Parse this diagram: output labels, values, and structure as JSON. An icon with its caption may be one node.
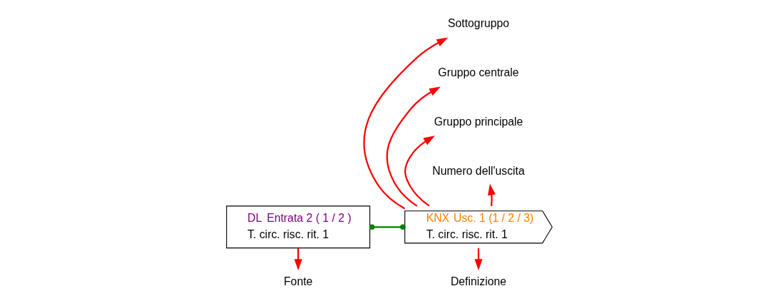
{
  "diagram": {
    "nodes": [
      {
        "text": [
          "DL",
          "Entrata 2 ( 1 / 2 )",
          "T. circ. risc. rit. 1"
        ]
      },
      {
        "text": [
          "KNX",
          "Usc. 1 (1 / 2 / 3)",
          "T. circ. risc. rit. 1"
        ]
      },
      {
        "text": [
          "Sottogruppo"
        ]
      },
      {
        "text": [
          "Gruppo centrale"
        ]
      },
      {
        "text": [
          "Gruppo principale"
        ]
      },
      {
        "text": [
          "Numero dell'uscita"
        ]
      },
      {
        "text": [
          "Fonte"
        ]
      },
      {
        "text": [
          "Definizione"
        ]
      }
    ],
    "edges": [
      {
        "from": 0,
        "to": 1,
        "arrow": "other",
        "color": "#008000"
      },
      {
        "from": 1,
        "to": 2,
        "arrow": "to"
      },
      {
        "from": 1,
        "to": 3,
        "arrow": "to"
      },
      {
        "from": 1,
        "to": 4,
        "arrow": "to"
      },
      {
        "from": 1,
        "to": 5,
        "arrow": "to"
      },
      {
        "from": 0,
        "to": 6,
        "arrow": "to"
      },
      {
        "from": 1,
        "to": 7,
        "arrow": "to"
      }
    ]
  }
}
